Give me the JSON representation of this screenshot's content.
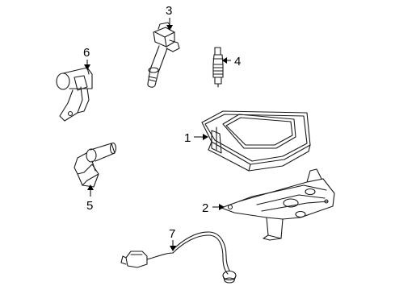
{
  "callouts": [
    {
      "id": "1",
      "label": "1",
      "part": "engine-control-module"
    },
    {
      "id": "2",
      "label": "2",
      "part": "ecm-mounting-bracket"
    },
    {
      "id": "3",
      "label": "3",
      "part": "ignition-coil"
    },
    {
      "id": "4",
      "label": "4",
      "part": "spark-plug"
    },
    {
      "id": "5",
      "label": "5",
      "part": "crankshaft-position-sensor"
    },
    {
      "id": "6",
      "label": "6",
      "part": "camshaft-position-sensor"
    },
    {
      "id": "7",
      "label": "7",
      "part": "knock-sensor"
    }
  ]
}
